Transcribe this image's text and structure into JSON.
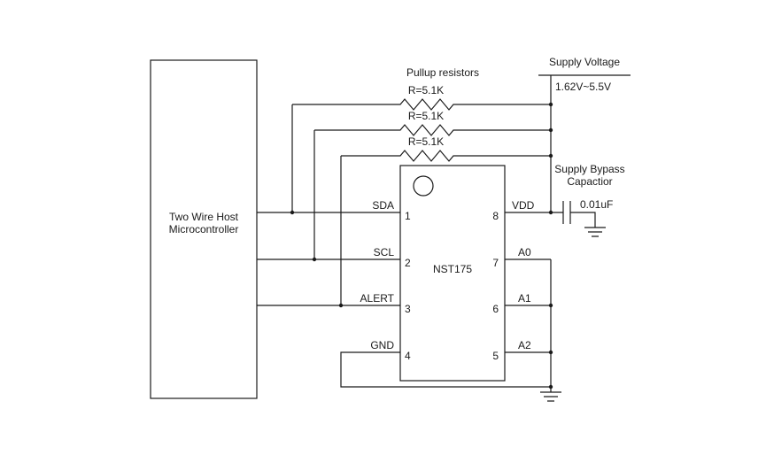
{
  "diagram": {
    "mcu": {
      "line1": "Two Wire Host",
      "line2": "Microcontroller"
    },
    "chip": {
      "name": "NST175",
      "left_pins": [
        {
          "number": "1",
          "label": "SDA"
        },
        {
          "number": "2",
          "label": "SCL"
        },
        {
          "number": "3",
          "label": "ALERT"
        },
        {
          "number": "4",
          "label": "GND"
        }
      ],
      "right_pins": [
        {
          "number": "8",
          "label": "VDD"
        },
        {
          "number": "7",
          "label": "A0"
        },
        {
          "number": "6",
          "label": "A1"
        },
        {
          "number": "5",
          "label": "A2"
        }
      ]
    },
    "pullups": {
      "title": "Pullup resistors",
      "values": [
        "R=5.1K",
        "R=5.1K",
        "R=5.1K"
      ]
    },
    "supply": {
      "title": "Supply Voltage",
      "range": "1.62V~5.5V"
    },
    "bypass": {
      "line1": "Supply Bypass",
      "line2": "Capactior",
      "value": "0.01uF"
    },
    "colors": {
      "ink": "#1a1a1a",
      "background": "#ffffff"
    }
  }
}
